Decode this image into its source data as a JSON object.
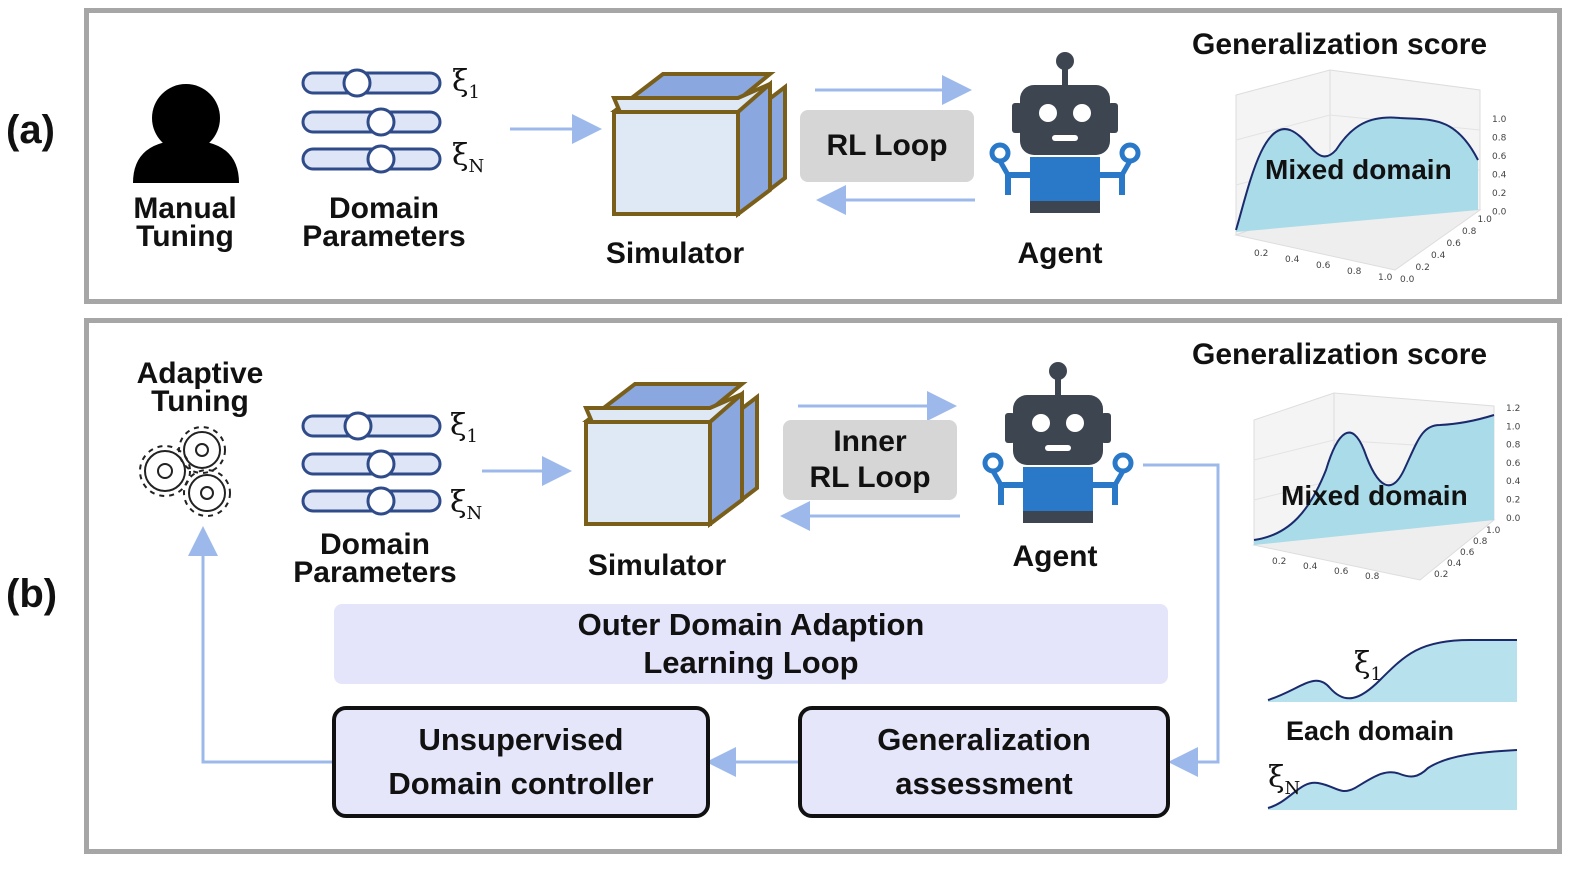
{
  "panel_a": {
    "letter": "(a)",
    "tuning_label": "Manual\nTuning",
    "params_label": "Domain\nParameters",
    "xi_first": "ξ",
    "xi_first_sub": "1",
    "xi_last": "ξ",
    "xi_last_sub": "N",
    "simulator_label": "Simulator",
    "loop_label": "RL Loop",
    "agent_label": "Agent",
    "score_title": "Generalization score",
    "chart_label": "Mixed domain"
  },
  "panel_b": {
    "letter": "(b)",
    "tuning_label": "Adaptive\nTuning",
    "params_label": "Domain\nParameters",
    "xi_first": "ξ",
    "xi_first_sub": "1",
    "xi_last": "ξ",
    "xi_last_sub": "N",
    "simulator_label": "Simulator",
    "loop_label": "Inner\nRL Loop",
    "agent_label": "Agent",
    "score_title": "Generalization score",
    "chart_label": "Mixed domain",
    "outer_loop_label": "Outer Domain Adaption\nLearning Loop",
    "controller_label": "Unsupervised\nDomain controller",
    "assessment_label": "Generalization\nassessment",
    "each_domain_label": "Each domain",
    "curve_xi_first": "ξ",
    "curve_xi_first_sub": "1",
    "curve_xi_last": "ξ",
    "curve_xi_last_sub": "N"
  },
  "chart_a_ticks": {
    "z": [
      "1.0",
      "0.8",
      "0.6",
      "0.4",
      "0.2",
      "0.0"
    ],
    "x": [
      "0.2",
      "0.4",
      "0.6",
      "0.8",
      "1.0"
    ],
    "y": [
      "0.0",
      "0.2",
      "0.4",
      "0.6",
      "0.8",
      "1.0"
    ]
  },
  "chart_b_ticks": {
    "z": [
      "1.2",
      "1.0",
      "0.8",
      "0.6",
      "0.4",
      "0.2",
      "0.0"
    ],
    "x": [
      "0.2",
      "0.4",
      "0.6",
      "0.8"
    ],
    "y": [
      "0.2",
      "0.4",
      "0.6",
      "0.8",
      "1.0"
    ]
  },
  "colors": {
    "arrow": "#9db8ea",
    "panel_border": "#a6a6a6",
    "robot_dark": "#3d4550",
    "robot_blue": "#2a78c8",
    "chart_fill": "#a9dbe8",
    "chart_line": "#1a2a6c",
    "cube_face": "#dfe9f5",
    "cube_side": "#8aa7df",
    "cube_edge": "#7a5f1a",
    "slider": "#dde5f6",
    "slider_edge": "#2f4b8a"
  }
}
